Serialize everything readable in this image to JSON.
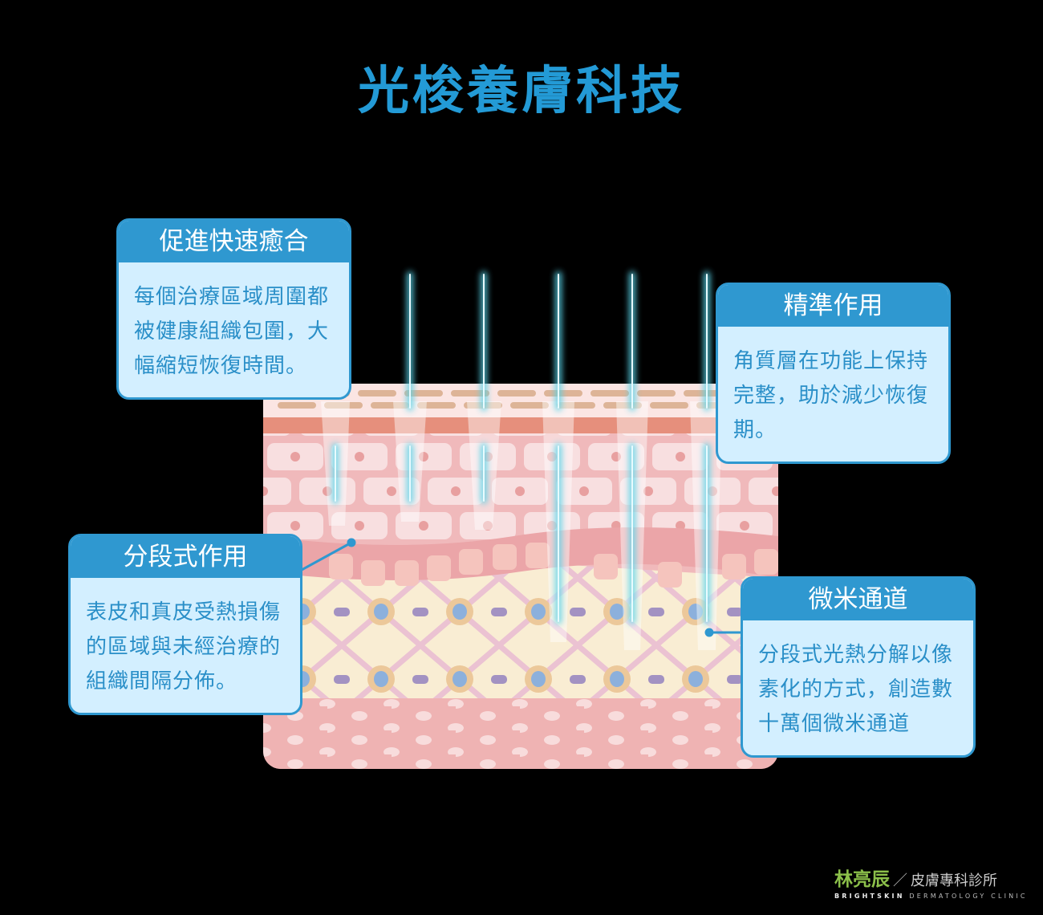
{
  "title": "光梭養膚科技",
  "callouts": [
    {
      "header": "促進快速癒合",
      "lines": [
        "每個治療區域周圍都",
        "被健康組織包圍，大",
        "幅縮短恢復時間。"
      ]
    },
    {
      "header": "精準作用",
      "lines": [
        "角質層在功能上保持",
        "完整，助於減少恢復",
        "期。"
      ]
    },
    {
      "header": "分段式作用",
      "lines": [
        "表皮和真皮受熱損傷",
        "的區域與未經治療的",
        "組織間隔分佈。"
      ]
    },
    {
      "header": "微米通道",
      "lines": [
        "分段式光熱分解以像",
        "素化的方式，創造數",
        "十萬個微米通道"
      ]
    }
  ],
  "logo": {
    "name": "林亮辰",
    "separator": "／",
    "subtitle": "皮膚專科診所",
    "english_bold": "BRIGHTSKIN",
    "english": "DERMATOLOGY CLINIC"
  },
  "colors": {
    "accent": "#2f98d0",
    "title": "#239ad6",
    "box_bg": "#d3efff",
    "logo_green": "#8cc04a"
  }
}
